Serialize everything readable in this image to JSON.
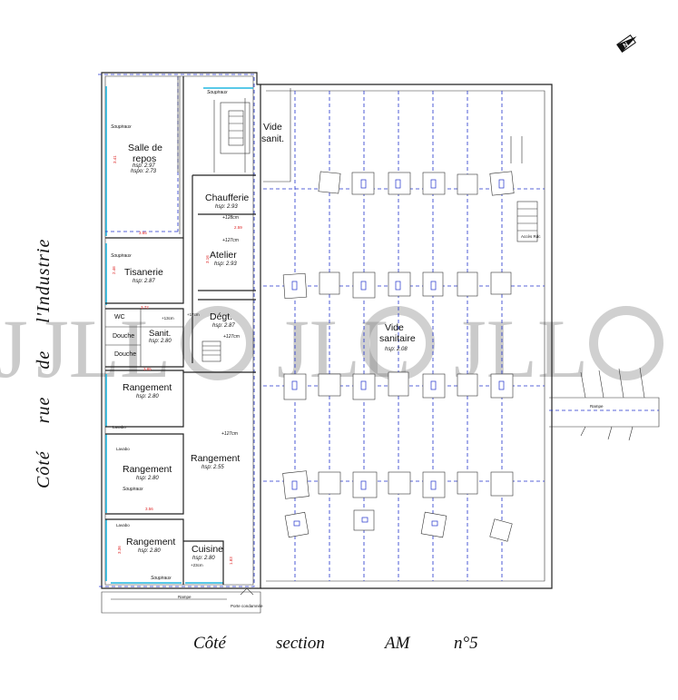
{
  "rooms": {
    "salle_de_repos": {
      "name_l1": "Salle de",
      "name_l2": "repos",
      "hsp": "hsp: 2.97",
      "hspo": "hspo: 2.73"
    },
    "vide_sanit_top": {
      "name_l1": "Vide",
      "name_l2": "sanit."
    },
    "chaufferie": {
      "name": "Chaufferie",
      "hsp": "hsp: 2.93",
      "offset": "+128cm"
    },
    "atelier": {
      "name": "Atelier",
      "hsp": "hsp: 2.93",
      "offset": "+127cm"
    },
    "tisanerie": {
      "name": "Tisanerie",
      "hsp": "hsp: 2.87"
    },
    "wc": {
      "name": "WC"
    },
    "douche1": {
      "name": "Douche"
    },
    "douche2": {
      "name": "Douche"
    },
    "sanit": {
      "name": "Sanit.",
      "hsp": "hsp: 2.80"
    },
    "degt": {
      "name": "Dégt.",
      "hsp": "hsp: 2.87",
      "offset": "+127cm"
    },
    "vide_sanitaire": {
      "name_l1": "Vide",
      "name_l2": "sanitaire",
      "hsp": "hsp: 2.08"
    },
    "rangement1": {
      "name": "Rangement",
      "hsp": "hsp: 2.80"
    },
    "rangement_big": {
      "name": "Rangement",
      "hsp": "hsp: 2.55",
      "offset": "+127cm"
    },
    "rangement2": {
      "name": "Rangement",
      "hsp": "hsp: 2.80"
    },
    "rangement3": {
      "name": "Rangement",
      "hsp": "hsp: 2.80"
    },
    "cuisine": {
      "name": "Cuisine",
      "hsp": "hsp: 2.80",
      "offset": "+23cm"
    }
  },
  "annotations": {
    "soupiraux": "Soupiraux",
    "lavabo": "Lavabo",
    "rampe": "Rampe",
    "porte": "Porte condamnée",
    "accès": "Accès Rdc",
    "offset_wc": "+13cm",
    "offset_sanit": "+17cm"
  },
  "side_label": "Côté     rue     de     l'Industrie",
  "bottom_label": {
    "cote": "Côté",
    "section": "section",
    "am": "AM",
    "num": "n°5"
  },
  "watermark": "JLL",
  "colors": {
    "wall": "#222222",
    "dashed": "#2233cc",
    "window": "#22b7e0",
    "dimension": "#dd2222",
    "watermark": "#8a8a8a"
  }
}
